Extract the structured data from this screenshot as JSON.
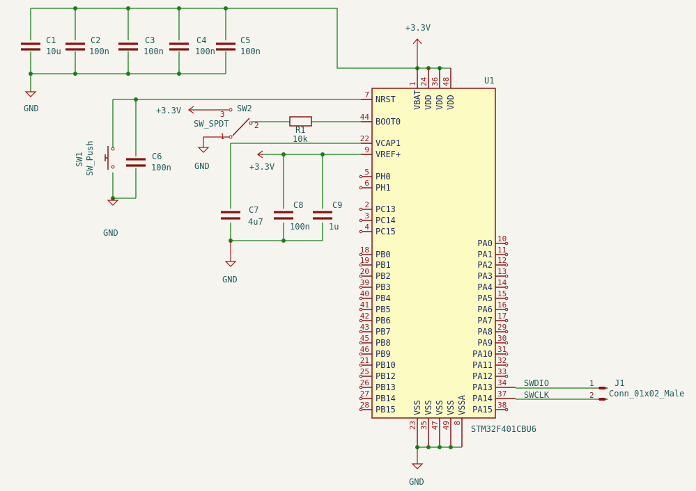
{
  "power_labels": {
    "v33": "+3.3V",
    "gnd": "GND"
  },
  "capacitors": [
    {
      "ref": "C1",
      "value": "10u"
    },
    {
      "ref": "C2",
      "value": "100n"
    },
    {
      "ref": "C3",
      "value": "100n"
    },
    {
      "ref": "C4",
      "value": "100n"
    },
    {
      "ref": "C5",
      "value": "100n"
    },
    {
      "ref": "C6",
      "value": "100n"
    },
    {
      "ref": "C7",
      "value": "4u7"
    },
    {
      "ref": "C8",
      "value": "100n"
    },
    {
      "ref": "C9",
      "value": "1u"
    }
  ],
  "sw1": {
    "ref": "SW1",
    "value": "SW_Push"
  },
  "sw2": {
    "ref": "SW2",
    "value": "SW_SPDT",
    "pins": [
      "3",
      "2",
      "1"
    ]
  },
  "r1": {
    "ref": "R1",
    "value": "10k"
  },
  "u1": {
    "ref": "U1",
    "value": "STM32F401CBU6",
    "top_pins": [
      {
        "num": "1",
        "name": "VBAT"
      },
      {
        "num": "24",
        "name": "VDD"
      },
      {
        "num": "36",
        "name": "VDD"
      },
      {
        "num": "48",
        "name": "VDD"
      }
    ],
    "bottom_pins": [
      {
        "num": "23",
        "name": "VSS"
      },
      {
        "num": "35",
        "name": "VSS"
      },
      {
        "num": "47",
        "name": "VSS"
      },
      {
        "num": "49",
        "name": "VSS"
      },
      {
        "num": "8",
        "name": "VSSA"
      }
    ],
    "left_pins": [
      {
        "num": "7",
        "name": "NRST"
      },
      {
        "num": "44",
        "name": "BOOT0"
      },
      {
        "num": "22",
        "name": "VCAP1"
      },
      {
        "num": "9",
        "name": "VREF+"
      },
      {
        "num": "5",
        "name": "PH0"
      },
      {
        "num": "6",
        "name": "PH1"
      },
      {
        "num": "2",
        "name": "PC13"
      },
      {
        "num": "3",
        "name": "PC14"
      },
      {
        "num": "4",
        "name": "PC15"
      },
      {
        "num": "18",
        "name": "PB0"
      },
      {
        "num": "19",
        "name": "PB1"
      },
      {
        "num": "20",
        "name": "PB2"
      },
      {
        "num": "39",
        "name": "PB3"
      },
      {
        "num": "40",
        "name": "PB4"
      },
      {
        "num": "41",
        "name": "PB5"
      },
      {
        "num": "42",
        "name": "PB6"
      },
      {
        "num": "43",
        "name": "PB7"
      },
      {
        "num": "45",
        "name": "PB8"
      },
      {
        "num": "46",
        "name": "PB9"
      },
      {
        "num": "21",
        "name": "PB10"
      },
      {
        "num": "25",
        "name": "PB12"
      },
      {
        "num": "26",
        "name": "PB13"
      },
      {
        "num": "27",
        "name": "PB14"
      },
      {
        "num": "28",
        "name": "PB15"
      }
    ],
    "right_pins": [
      {
        "num": "10",
        "name": "PA0"
      },
      {
        "num": "11",
        "name": "PA1"
      },
      {
        "num": "12",
        "name": "PA2"
      },
      {
        "num": "13",
        "name": "PA3"
      },
      {
        "num": "14",
        "name": "PA4"
      },
      {
        "num": "15",
        "name": "PA5"
      },
      {
        "num": "16",
        "name": "PA6"
      },
      {
        "num": "17",
        "name": "PA7"
      },
      {
        "num": "29",
        "name": "PA8"
      },
      {
        "num": "30",
        "name": "PA9"
      },
      {
        "num": "31",
        "name": "PA10"
      },
      {
        "num": "32",
        "name": "PA11"
      },
      {
        "num": "33",
        "name": "PA12"
      },
      {
        "num": "34",
        "name": "PA13"
      },
      {
        "num": "37",
        "name": "PA14"
      },
      {
        "num": "38",
        "name": "PA15"
      }
    ]
  },
  "j1": {
    "ref": "J1",
    "value": "Conn_01x02_Male",
    "pins": [
      "1",
      "2"
    ]
  },
  "nets": {
    "swdio": "SWDIO",
    "swclk": "SWCLK"
  }
}
